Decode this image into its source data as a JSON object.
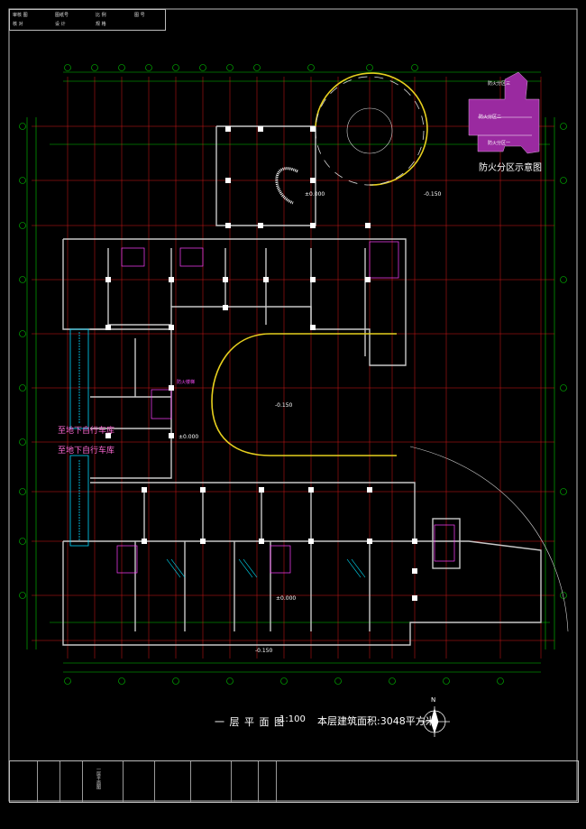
{
  "title_block": {
    "row1": [
      "审核 图",
      "图纸号",
      "比 例",
      "图 号"
    ],
    "row2": [
      "核 对",
      "设 计",
      "规 格"
    ]
  },
  "drawing": {
    "title": "一 层 平 面 图",
    "scale": "1:100",
    "area_note": "本层建筑面积:3048平方米",
    "north_label": "N"
  },
  "fire_zone": {
    "title": "防火分区示意图",
    "zone_labels": [
      "防火分区一",
      "防火分区二",
      "防火分区三"
    ]
  },
  "labels": {
    "ramp_1": "至地下自行车库",
    "ramp_2": "至地下自行车库",
    "levels": [
      "±0.000",
      "-0.150",
      "-0.150",
      "±0.000",
      "±0.000",
      "-0.150"
    ],
    "fire_stair": "防火楼梯"
  },
  "bottom_strip": {
    "cells": [
      "一层平面图"
    ]
  },
  "colors": {
    "background": "#000000",
    "grid_red": "#ff2020",
    "wall": "#c8c8c8",
    "dim_green": "#00d200",
    "curve_yellow": "#e6d020",
    "label_magenta": "#ff40ff",
    "stair_cyan": "#00e5ff",
    "zone_purple": "#9a2aa0"
  }
}
